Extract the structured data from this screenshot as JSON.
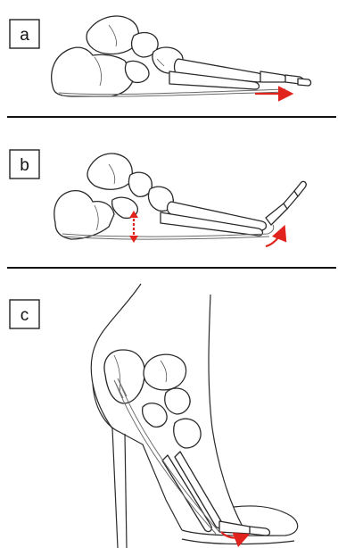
{
  "panels": [
    {
      "label": "a"
    },
    {
      "label": "b"
    },
    {
      "label": "c"
    }
  ],
  "colors": {
    "arrow": "#e0231c",
    "line": "#2a2a2a",
    "divider": "#111111"
  }
}
